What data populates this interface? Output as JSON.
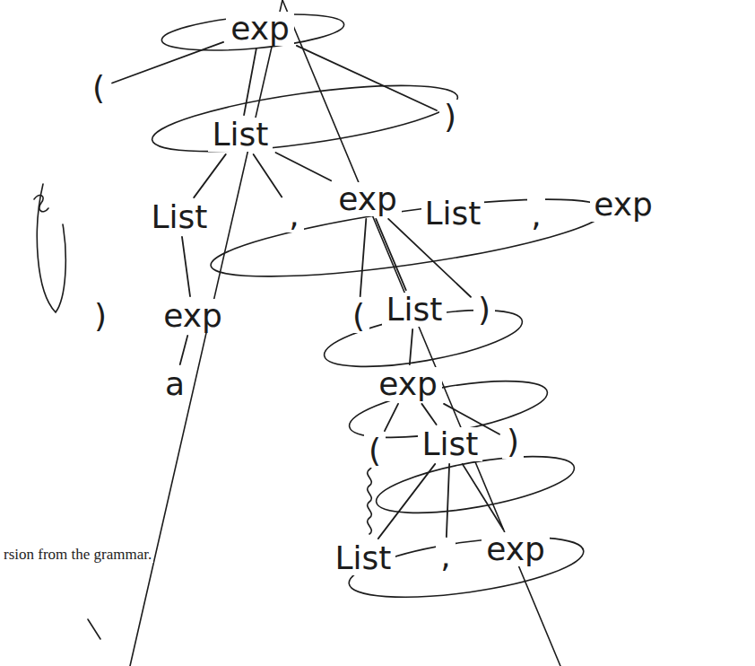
{
  "diagram": {
    "nodes": [
      {
        "text": [
          "exp"
        ]
      },
      {
        "text": [
          "("
        ]
      },
      {
        "text": [
          "List"
        ]
      },
      {
        "text": [
          ")"
        ]
      },
      {
        "text": [
          "List"
        ]
      },
      {
        "text": [
          ","
        ]
      },
      {
        "text": [
          "exp"
        ]
      },
      {
        "text": [
          "exp"
        ]
      },
      {
        "text": [
          "("
        ]
      },
      {
        "text": [
          "List"
        ]
      },
      {
        "text": [
          ")"
        ]
      },
      {
        "text": [
          "a"
        ]
      },
      {
        "text": [
          "exp"
        ]
      },
      {
        "text": [
          "("
        ]
      },
      {
        "text": [
          "List"
        ]
      },
      {
        "text": [
          ")"
        ]
      },
      {
        "text": [
          "List"
        ]
      },
      {
        "text": [
          ","
        ]
      },
      {
        "text": [
          "exp"
        ]
      }
    ],
    "edges": [
      {
        "from": 0,
        "to": 1,
        "arrow": "none"
      },
      {
        "from": 0,
        "to": 2,
        "arrow": "none"
      },
      {
        "from": 0,
        "to": 3,
        "arrow": "none"
      },
      {
        "from": 2,
        "to": 4,
        "arrow": "none"
      },
      {
        "from": 2,
        "to": 5,
        "arrow": "none"
      },
      {
        "from": 2,
        "to": 6,
        "arrow": "none"
      },
      {
        "from": 4,
        "to": 7,
        "arrow": "none"
      },
      {
        "from": 7,
        "to": 11,
        "arrow": "none"
      },
      {
        "from": 6,
        "to": 8,
        "arrow": "none"
      },
      {
        "from": 6,
        "to": 9,
        "arrow": "none"
      },
      {
        "from": 6,
        "to": 10,
        "arrow": "none"
      },
      {
        "from": 9,
        "to": 12,
        "arrow": "none"
      },
      {
        "from": 12,
        "to": 13,
        "arrow": "none"
      },
      {
        "from": 12,
        "to": 14,
        "arrow": "none"
      },
      {
        "from": 12,
        "to": 15,
        "arrow": "none"
      },
      {
        "from": 14,
        "to": 16,
        "arrow": "none"
      },
      {
        "from": 14,
        "to": 17,
        "arrow": "none"
      },
      {
        "from": 14,
        "to": 18,
        "arrow": "none"
      }
    ],
    "labels": [
      "List",
      ",",
      "exp",
      ")",
      "rsion from the grammar."
    ]
  }
}
